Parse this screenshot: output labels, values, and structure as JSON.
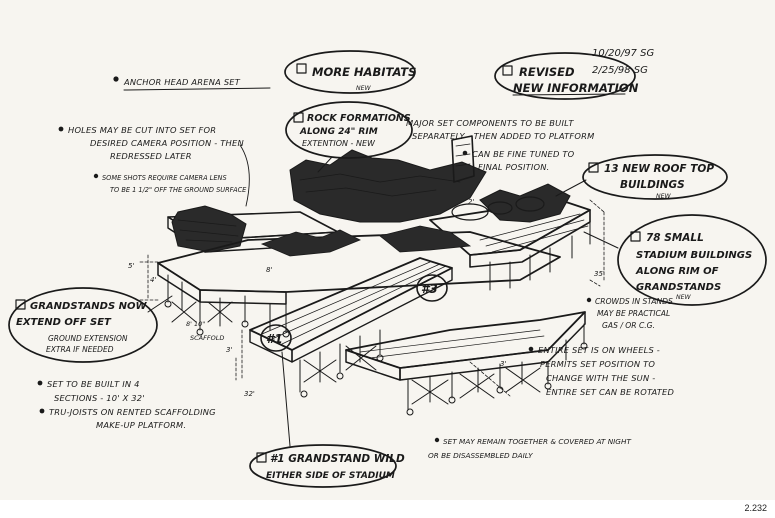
{
  "sheet": {
    "title": "ANCHOR HEAD ARENA SET",
    "page_number": "2.232",
    "dates": [
      "10/20/97 SG",
      "2/25/98 SG"
    ]
  },
  "callouts": {
    "more_habitats": {
      "title": "MORE HABITATS",
      "tag": "NEW"
    },
    "revised": {
      "line1": "REVISED",
      "line2": "NEW INFORMATION"
    },
    "rock_formations": {
      "line1": "ROCK FORMATIONS",
      "line2": "ALONG 24\" RIM",
      "line3": "EXTENTION - NEW"
    },
    "roof_top": {
      "line1": "13 NEW ROOF TOP",
      "line2": "BUILDINGS",
      "tag": "NEW"
    },
    "stadium_buildings": {
      "line1": "78 SMALL",
      "line2": "STADIUM BUILDINGS",
      "line3": "ALONG RIM OF",
      "line4": "GRANDSTANDS",
      "tag": "NEW"
    },
    "grandstands": {
      "line1": "GRANDSTANDS NOW",
      "line2": "EXTEND OFF SET",
      "line3": "GROUND EXTENSION",
      "line4": "EXTRA IF NEEDED"
    },
    "grandstand_wild": {
      "line1": "#1 GRANDSTAND WILD",
      "line2": "EITHER SIDE OF STADIUM"
    }
  },
  "notes": {
    "holes": [
      "HOLES MAY BE CUT INTO SET FOR",
      "DESIRED CAMERA POSITION - THEN",
      "REDRESSED LATER"
    ],
    "lens": [
      "SOME SHOTS REQUIRE CAMERA LENS",
      "TO BE 1 1/2\" OFF THE GROUND SURFACE"
    ],
    "major": [
      "MAJOR SET COMPONENTS TO BE BUILT",
      "SEPARATELY - THEN ADDED TO PLATFORM"
    ],
    "fine_tune": [
      "CAN BE FINE TUNED TO",
      "FINAL POSITION."
    ],
    "crowds": [
      "CROWDS IN STANDS",
      "MAY BE PRACTICAL",
      "GAS / OR C.G."
    ],
    "wheels": [
      "ENTIRE SET IS ON WHEELS -",
      "PERMITS SET POSITION TO",
      "CHANGE WITH THE SUN -",
      "ENTIRE SET CAN BE ROTATED"
    ],
    "built": [
      "SET TO BE BUILT IN 4",
      "SECTIONS - 10' X 32'",
      "TRU-JOISTS ON RENTED SCAFFOLDING",
      "MAKE-UP PLATFORM."
    ],
    "remain": [
      "SET MAY REMAIN TOGETHER & COVERED AT NIGHT",
      "OR BE DISASSEMBLED DAILY"
    ]
  },
  "labels": {
    "n3": "#3",
    "n1": "#1",
    "dims": [
      "5'",
      "4'",
      "8'",
      "2'",
      "35'",
      "3'",
      "3'",
      "8' 10\"",
      "SCAFFOLD",
      "32'"
    ]
  }
}
